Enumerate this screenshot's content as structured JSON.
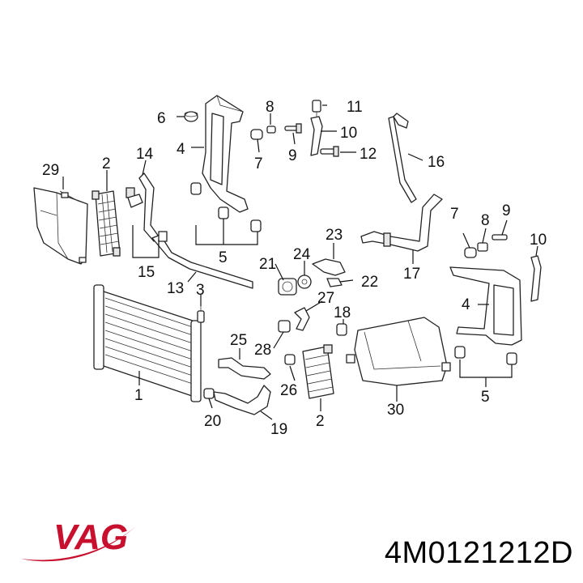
{
  "brand": {
    "logo_text": "VAG",
    "logo_color": "#c8102e"
  },
  "part_number": "4M0121212D",
  "callouts": [
    {
      "id": "c1",
      "text": "1"
    },
    {
      "id": "c2a",
      "text": "2"
    },
    {
      "id": "c2b",
      "text": "2"
    },
    {
      "id": "c3",
      "text": "3"
    },
    {
      "id": "c4a",
      "text": "4"
    },
    {
      "id": "c4b",
      "text": "4"
    },
    {
      "id": "c5a",
      "text": "5"
    },
    {
      "id": "c5b",
      "text": "5"
    },
    {
      "id": "c6",
      "text": "6"
    },
    {
      "id": "c7a",
      "text": "7"
    },
    {
      "id": "c7b",
      "text": "7"
    },
    {
      "id": "c8a",
      "text": "8"
    },
    {
      "id": "c8b",
      "text": "8"
    },
    {
      "id": "c9a",
      "text": "9"
    },
    {
      "id": "c9b",
      "text": "9"
    },
    {
      "id": "c10a",
      "text": "10"
    },
    {
      "id": "c10b",
      "text": "10"
    },
    {
      "id": "c11",
      "text": "11"
    },
    {
      "id": "c12",
      "text": "12"
    },
    {
      "id": "c13",
      "text": "13"
    },
    {
      "id": "c14",
      "text": "14"
    },
    {
      "id": "c15",
      "text": "15"
    },
    {
      "id": "c16",
      "text": "16"
    },
    {
      "id": "c17",
      "text": "17"
    },
    {
      "id": "c18",
      "text": "18"
    },
    {
      "id": "c19",
      "text": "19"
    },
    {
      "id": "c20",
      "text": "20"
    },
    {
      "id": "c21",
      "text": "21"
    },
    {
      "id": "c22",
      "text": "22"
    },
    {
      "id": "c23",
      "text": "23"
    },
    {
      "id": "c24",
      "text": "24"
    },
    {
      "id": "c25",
      "text": "25"
    },
    {
      "id": "c26",
      "text": "26"
    },
    {
      "id": "c27",
      "text": "27"
    },
    {
      "id": "c28",
      "text": "28"
    },
    {
      "id": "c29",
      "text": "29"
    },
    {
      "id": "c30",
      "text": "30"
    }
  ]
}
